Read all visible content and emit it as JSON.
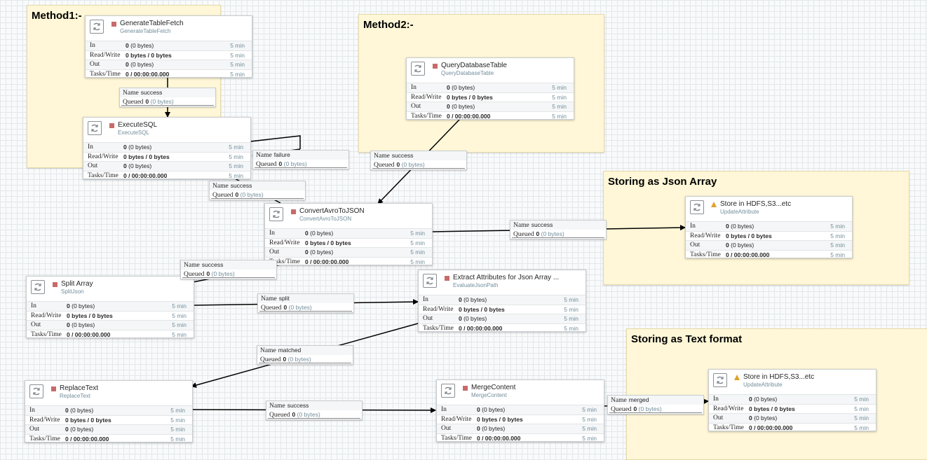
{
  "labels": {
    "method1": "Method1:-",
    "method2": "Method2:-",
    "json_array": "Storing as Json Array",
    "text_format": "Storing as Text format"
  },
  "row_labels": {
    "in": "In",
    "rw": "Read/Write",
    "out": "Out",
    "tasks": "Tasks/Time"
  },
  "processors": {
    "gtf": {
      "name": "GenerateTableFetch",
      "type": "GenerateTableFetch",
      "in": "0",
      "in_b": "(0 bytes)",
      "rw": "0 bytes / 0 bytes",
      "out": "0",
      "out_b": "(0 bytes)",
      "tasks": "0 / 00:00:00.000",
      "t": "5 min",
      "status": "stopped"
    },
    "esql": {
      "name": "ExecuteSQL",
      "type": "ExecuteSQL",
      "in": "0",
      "in_b": "(0 bytes)",
      "rw": "0 bytes / 0 bytes",
      "out": "0",
      "out_b": "(0 bytes)",
      "tasks": "0 / 00:00:00.000",
      "t": "5 min",
      "status": "stopped"
    },
    "qdt": {
      "name": "QueryDatabaseTable",
      "type": "QueryDatabaseTable",
      "in": "0",
      "in_b": "(0 bytes)",
      "rw": "0 bytes / 0 bytes",
      "out": "0",
      "out_b": "(0 bytes)",
      "tasks": "0 / 00:00:00.000",
      "t": "5 min",
      "status": "stopped"
    },
    "a2j": {
      "name": "ConvertAvroToJSON",
      "type": "ConvertAvroToJSON",
      "in": "0",
      "in_b": "(0 bytes)",
      "rw": "0 bytes / 0 bytes",
      "out": "0",
      "out_b": "(0 bytes)",
      "tasks": "0 / 00:00:00.000",
      "t": "5 min",
      "status": "stopped"
    },
    "hdfs1": {
      "name": "Store in HDFS,S3...etc",
      "type": "UpdateAttribute",
      "in": "0",
      "in_b": "(0 bytes)",
      "rw": "0 bytes / 0 bytes",
      "out": "0",
      "out_b": "(0 bytes)",
      "tasks": "0 / 00:00:00.000",
      "t": "5 min",
      "status": "warning"
    },
    "split": {
      "name": "Split Array",
      "type": "SplitJson",
      "in": "0",
      "in_b": "(0 bytes)",
      "rw": "0 bytes / 0 bytes",
      "out": "0",
      "out_b": "(0 bytes)",
      "tasks": "0 / 00:00:00.000",
      "t": "5 min",
      "status": "stopped"
    },
    "extract": {
      "name": "Extract Attributes for Json Array ...",
      "type": "EvaluateJsonPath",
      "in": "0",
      "in_b": "(0 bytes)",
      "rw": "0 bytes / 0 bytes",
      "out": "0",
      "out_b": "(0 bytes)",
      "tasks": "0 / 00:00:00.000",
      "t": "5 min",
      "status": "stopped"
    },
    "replace": {
      "name": "ReplaceText",
      "type": "ReplaceText",
      "in": "0",
      "in_b": "(0 bytes)",
      "rw": "0 bytes / 0 bytes",
      "out": "0",
      "out_b": "(0 bytes)",
      "tasks": "0 / 00:00:00.000",
      "t": "5 min",
      "status": "stopped"
    },
    "merge": {
      "name": "MergeContent",
      "type": "MergeContent",
      "in": "0",
      "in_b": "(0 bytes)",
      "rw": "0 bytes / 0 bytes",
      "out": "0",
      "out_b": "(0 bytes)",
      "tasks": "0 / 00:00:00.000",
      "t": "5 min",
      "status": "stopped"
    },
    "hdfs2": {
      "name": "Store in HDFS,S3...etc",
      "type": "UpdateAttribute",
      "in": "0",
      "in_b": "(0 bytes)",
      "rw": "0 bytes / 0 bytes",
      "out": "0",
      "out_b": "(0 bytes)",
      "tasks": "0 / 00:00:00.000",
      "t": "5 min",
      "status": "warning"
    }
  },
  "conn_labels": {
    "name": "Name",
    "queued": "Queued"
  },
  "connections": {
    "c1": {
      "rel": "success",
      "q": "0",
      "qb": "(0 bytes)"
    },
    "c2": {
      "rel": "failure",
      "q": "0",
      "qb": "(0 bytes)"
    },
    "c3": {
      "rel": "success",
      "q": "0",
      "qb": "(0 bytes)"
    },
    "c4": {
      "rel": "success",
      "q": "0",
      "qb": "(0 bytes)"
    },
    "c5": {
      "rel": "success",
      "q": "0",
      "qb": "(0 bytes)"
    },
    "c6": {
      "rel": "success",
      "q": "0",
      "qb": "(0 bytes)"
    },
    "c7": {
      "rel": "split",
      "q": "0",
      "qb": "(0 bytes)"
    },
    "c8": {
      "rel": "matched",
      "q": "0",
      "qb": "(0 bytes)"
    },
    "c9": {
      "rel": "success",
      "q": "0",
      "qb": "(0 bytes)"
    },
    "c10": {
      "rel": "merged",
      "q": "0",
      "qb": "(0 bytes)"
    }
  },
  "colors": {
    "label_bg": "#fff7d7",
    "stopped": "#c86a6a",
    "warning": "#e1a128",
    "type_text": "#728e9b"
  }
}
